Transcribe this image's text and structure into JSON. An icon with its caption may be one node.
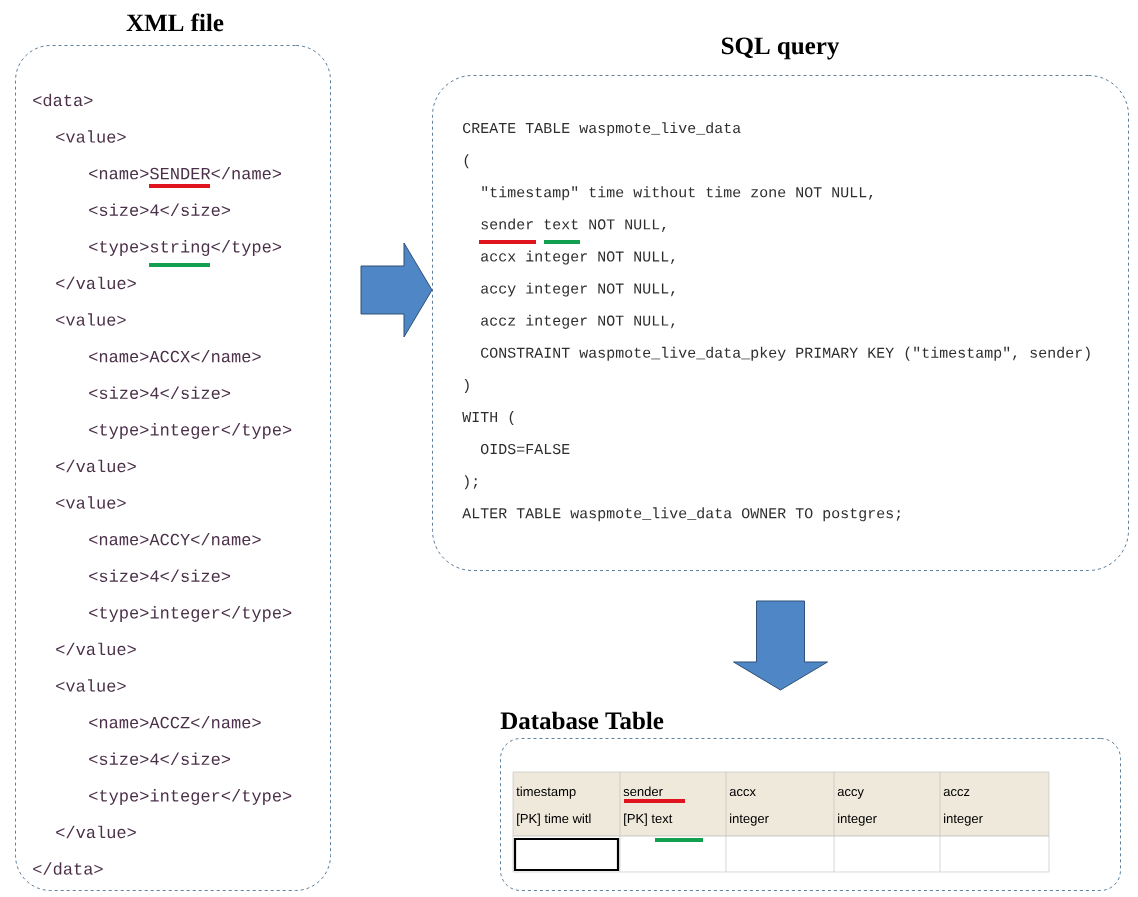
{
  "diagram": {
    "nodes": [
      {
        "text": [
          "XML file",
          "<data>",
          "<value>",
          "<name>SENDER</name>",
          "<size>4</size>",
          "<type>string</type>",
          "</value>",
          "<value>",
          "<name>ACCX</name>",
          "<size>4</size>",
          "<type>integer</type>",
          "</value>",
          "<value>",
          "<name>ACCY</name>",
          "<size>4</size>",
          "<type>integer</type>",
          "</value>",
          "<value>",
          "<name>ACCZ</name>",
          "<size>4</size>",
          "<type>integer</type>",
          "</value>",
          "</data>"
        ]
      },
      {
        "text": [
          "SQL query",
          "CREATE TABLE waspmote_live_data",
          "(",
          "\"timestamp\" time without time zone NOT NULL,",
          "sender text NOT NULL,",
          "accx integer NOT NULL,",
          "accy integer NOT NULL,",
          "accz integer NOT NULL,",
          "CONSTRAINT waspmote_live_data_pkey PRIMARY KEY (\"timestamp\", sender)",
          ")",
          "WITH (",
          "OIDS=FALSE",
          ");",
          "ALTER TABLE waspmote_live_data OWNER TO postgres;"
        ]
      },
      {
        "text": [
          "Database Table",
          "timestamp",
          "[PK] time witl",
          "sender",
          "[PK] text",
          "accx",
          "integer",
          "accy",
          "integer",
          "accz",
          "integer"
        ]
      }
    ],
    "edges": [
      {
        "from": 0,
        "to": 1,
        "arrow": "to"
      },
      {
        "from": 1,
        "to": 2,
        "arrow": "to"
      }
    ]
  }
}
